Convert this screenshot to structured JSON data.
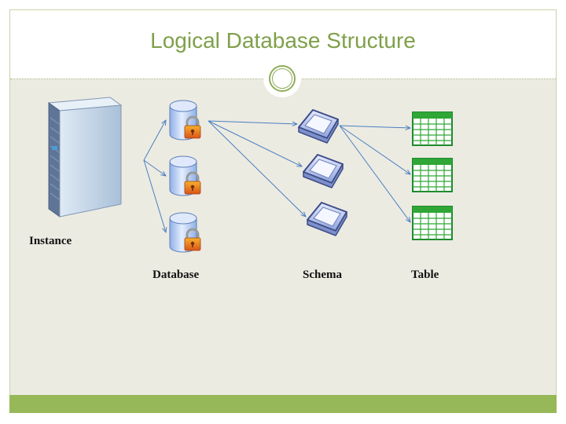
{
  "slide": {
    "title": "Logical Database Structure"
  },
  "labels": {
    "instance": "Instance",
    "database": "Database",
    "schema": "Schema",
    "table": "Table"
  },
  "icons": {
    "instance": "server-icon",
    "database": "locked-database-icon",
    "schema": "inbox-tray-icon",
    "table": "spreadsheet-table-icon"
  },
  "colors": {
    "title": "#7fa04a",
    "accent_bar": "#97b858",
    "content_background": "#ecebe2",
    "connector": "#4a7fc1",
    "table_green": "#2fa636"
  }
}
